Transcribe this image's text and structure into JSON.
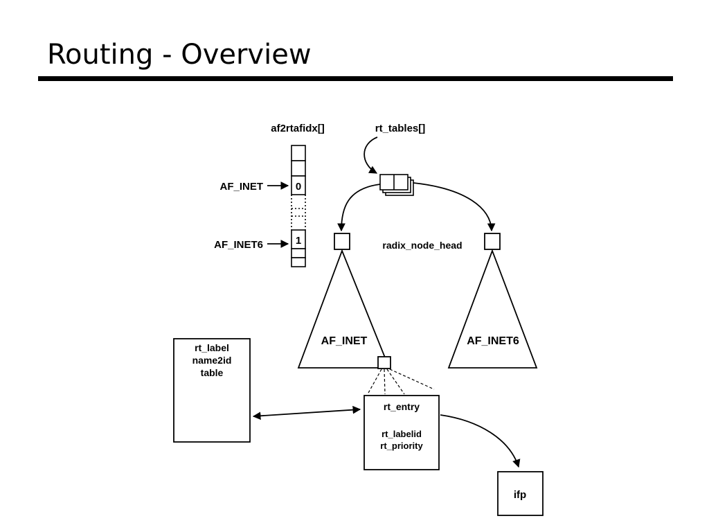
{
  "slide": {
    "title": "Routing - Overview"
  },
  "diagram": {
    "af2rtafidx_label": "af2rtafidx[]",
    "rt_tables_label": "rt_tables[]",
    "af_inet_row_label": "AF_INET",
    "af_inet6_row_label": "AF_INET6",
    "index_0": "0",
    "index_1": "1",
    "radix_node_head_label": "radix_node_head",
    "tree_left_label": "AF_INET",
    "tree_right_label": "AF_INET6",
    "rt_label_table": {
      "line1": "rt_label",
      "line2": "name2id",
      "line3": "table"
    },
    "rt_entry": {
      "title": "rt_entry",
      "field1": "rt_labelid",
      "field2": "rt_priority"
    },
    "ifp_label": "ifp"
  }
}
